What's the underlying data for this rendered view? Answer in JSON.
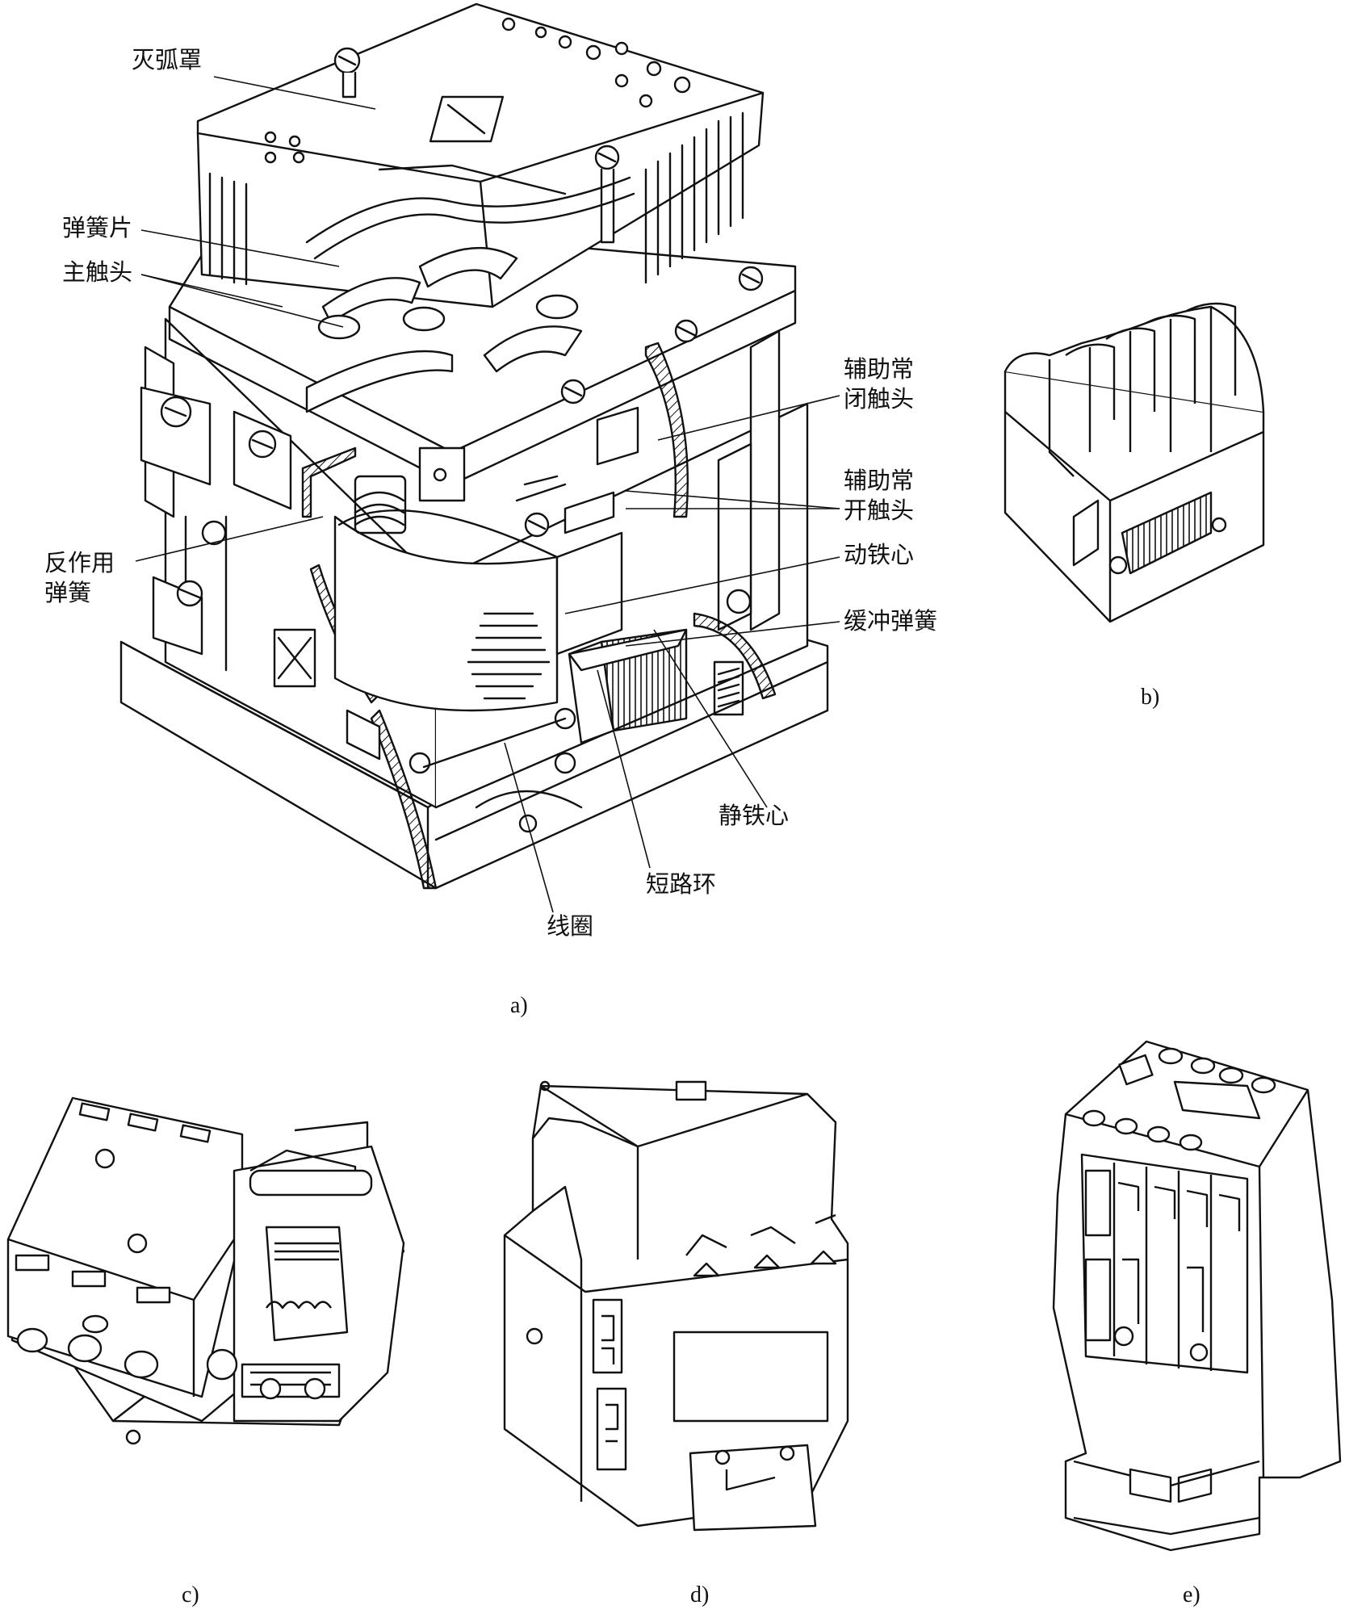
{
  "figure_a": {
    "caption": "a)",
    "labels": {
      "arc_chute": "灭弧罩",
      "spring_leaf": "弹簧片",
      "main_contact": "主触头",
      "reaction_spring_1": "反作用",
      "reaction_spring_2": "弹簧",
      "aux_nc_1": "辅助常",
      "aux_nc_2": "闭触头",
      "aux_no_1": "辅助常",
      "aux_no_2": "开触头",
      "moving_core": "动铁心",
      "buffer_spring": "缓冲弹簧",
      "static_core": "静铁心",
      "short_ring": "短路环",
      "coil": "线圈"
    }
  },
  "figure_b": {
    "caption": "b)"
  },
  "figure_c": {
    "caption": "c)"
  },
  "figure_d": {
    "caption": "d)"
  },
  "figure_e": {
    "caption": "e)"
  }
}
